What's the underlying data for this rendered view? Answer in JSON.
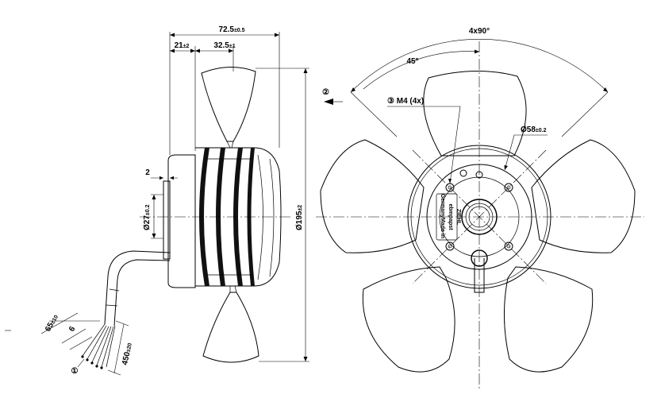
{
  "dimensions": {
    "overall_length": {
      "value": "72.5",
      "tol": "±0.5"
    },
    "flange_offset": {
      "value": "21",
      "tol": "±2"
    },
    "body_length": {
      "value": "32.5",
      "tol": "±1"
    },
    "flange_thickness": {
      "value": "2"
    },
    "hub_diameter": {
      "value": "Ø27",
      "tol": "±0.2"
    },
    "fan_diameter": {
      "value": "Ø195",
      "tol": "±2"
    },
    "cable_length": {
      "value": "450",
      "tol": "±20"
    },
    "strip_length": {
      "value": "65",
      "tol": "±10"
    },
    "wire_end": {
      "value": "6"
    },
    "bolt_circle": {
      "value": "Ø58",
      "tol": "±0.2"
    },
    "hole_pattern": {
      "value": "4x90°"
    },
    "blade_angle": {
      "value": "45°"
    }
  },
  "callouts": {
    "mount_thread": "③ M4 (4x)",
    "airflow": "②",
    "wires": "①"
  },
  "label_plate": [
    "ebmpapst",
    "Germany",
    "Made in",
    "ZIEHL"
  ]
}
